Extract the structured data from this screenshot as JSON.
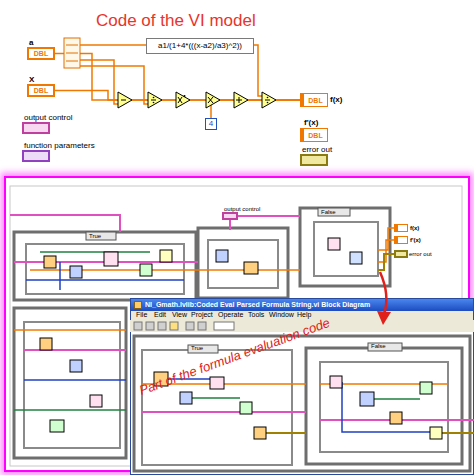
{
  "diagram": {
    "title": "Code of the VI model",
    "nodes": [
      {
        "text": [
          "a",
          "DBL"
        ]
      },
      {
        "text": [
          "X",
          "DBL"
        ]
      },
      {
        "text": [
          "a1/(1+4*(((x-a2)/a3)^2))"
        ]
      },
      {
        "text": [
          "4"
        ]
      },
      {
        "text": [
          "f(x)",
          "DBL"
        ]
      },
      {
        "text": [
          "f'(x)",
          "DBL"
        ]
      },
      {
        "text": [
          "output control"
        ]
      },
      {
        "text": [
          "function parameters"
        ]
      },
      {
        "text": [
          "error out"
        ]
      },
      {
        "text": [
          "output control"
        ]
      },
      {
        "text": [
          "f(x)"
        ]
      },
      {
        "text": [
          "f'(x)"
        ]
      },
      {
        "text": [
          "error out"
        ]
      },
      {
        "text": [
          "NI_Gmath.lvlib:Coded Eval Parsed Formula String.vi Block Diagram"
        ]
      }
    ],
    "edges": [
      {
        "from": 0,
        "to": 4,
        "arrow": "none"
      },
      {
        "from": 1,
        "to": 4,
        "arrow": "none"
      },
      {
        "from": 3,
        "to": 4,
        "arrow": "none"
      }
    ],
    "labels": [
      "File",
      "Edit",
      "View",
      "Project",
      "Operate",
      "Tools",
      "Window",
      "Help",
      "Part of the formula evaluation code",
      "True",
      "False",
      "True",
      "False"
    ]
  }
}
